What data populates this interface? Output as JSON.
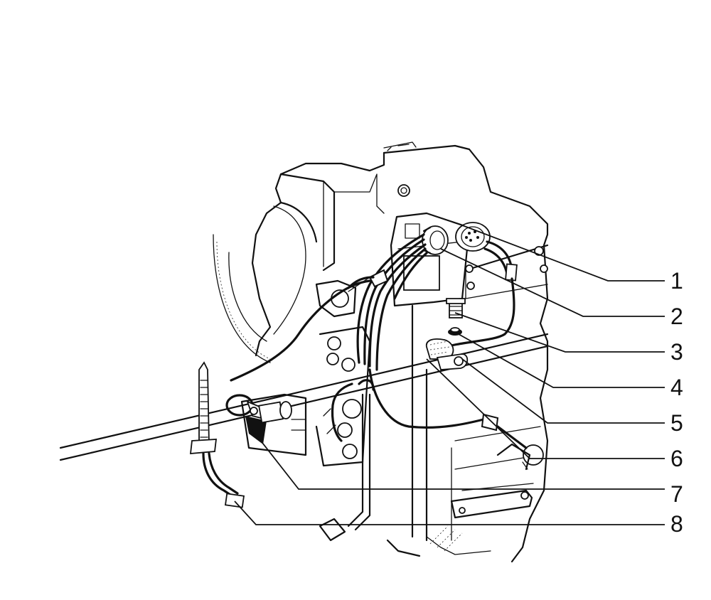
{
  "figure": {
    "callouts": [
      {
        "label": "1"
      },
      {
        "label": "2"
      },
      {
        "label": "3"
      },
      {
        "label": "4"
      },
      {
        "label": "5"
      },
      {
        "label": "6"
      },
      {
        "label": "7"
      },
      {
        "label": "8"
      }
    ]
  }
}
